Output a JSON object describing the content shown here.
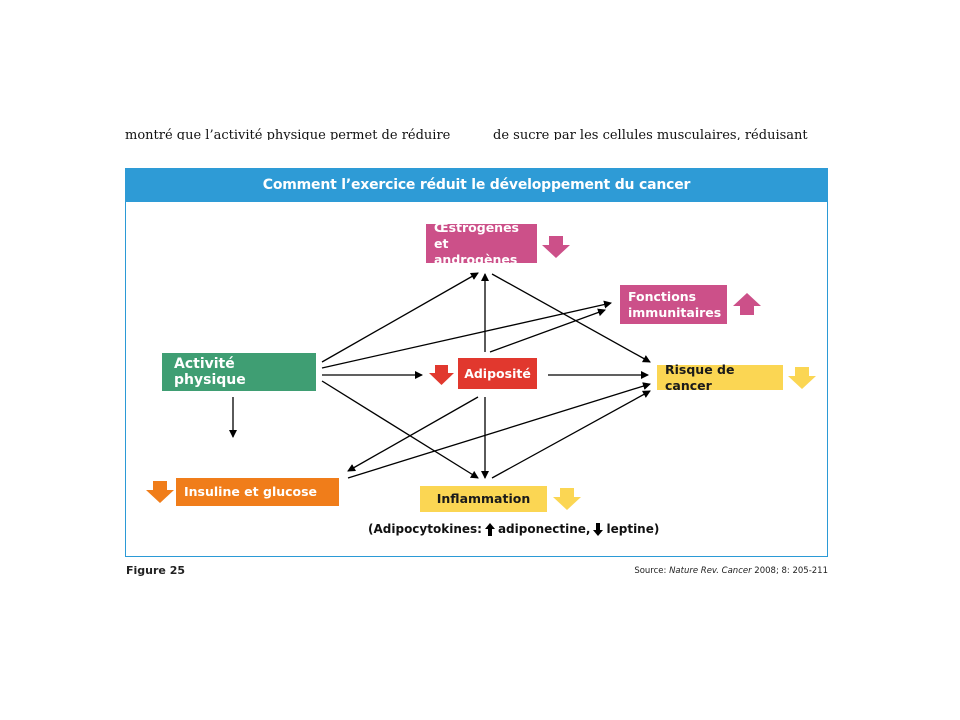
{
  "cut_text": {
    "left": "montré que l’activité physique permet de réduire",
    "right": "de sucre par les cellules musculaires, réduisant"
  },
  "figure": {
    "title": "Comment l’exercice réduit le développement du cancer",
    "label": "Figure 25",
    "source_prefix": "Source: ",
    "source_journal": "Nature Rev. Cancer",
    "source_suffix": " 2008; 8: 205-211"
  },
  "nodes": {
    "estrogenes_line1": "Œstrogènes",
    "estrogenes_line2": "et androgènes",
    "fonctions_line1": "Fonctions",
    "fonctions_line2": "immunitaires",
    "activite": "Activité physique",
    "adiposite": "Adiposité",
    "risque": "Risque de cancer",
    "insuline": "Insuline et glucose",
    "inflammation": "Inflammation"
  },
  "adipocytokines": {
    "prefix": "(Adipocytokines:",
    "item1": "adiponectine,",
    "item2": "leptine)"
  },
  "colors": {
    "header": "#2e9bd6",
    "pink": "#cc5089",
    "green": "#3f9e73",
    "red": "#e1382e",
    "yellow": "#fbd653",
    "orange": "#f07d1a"
  }
}
